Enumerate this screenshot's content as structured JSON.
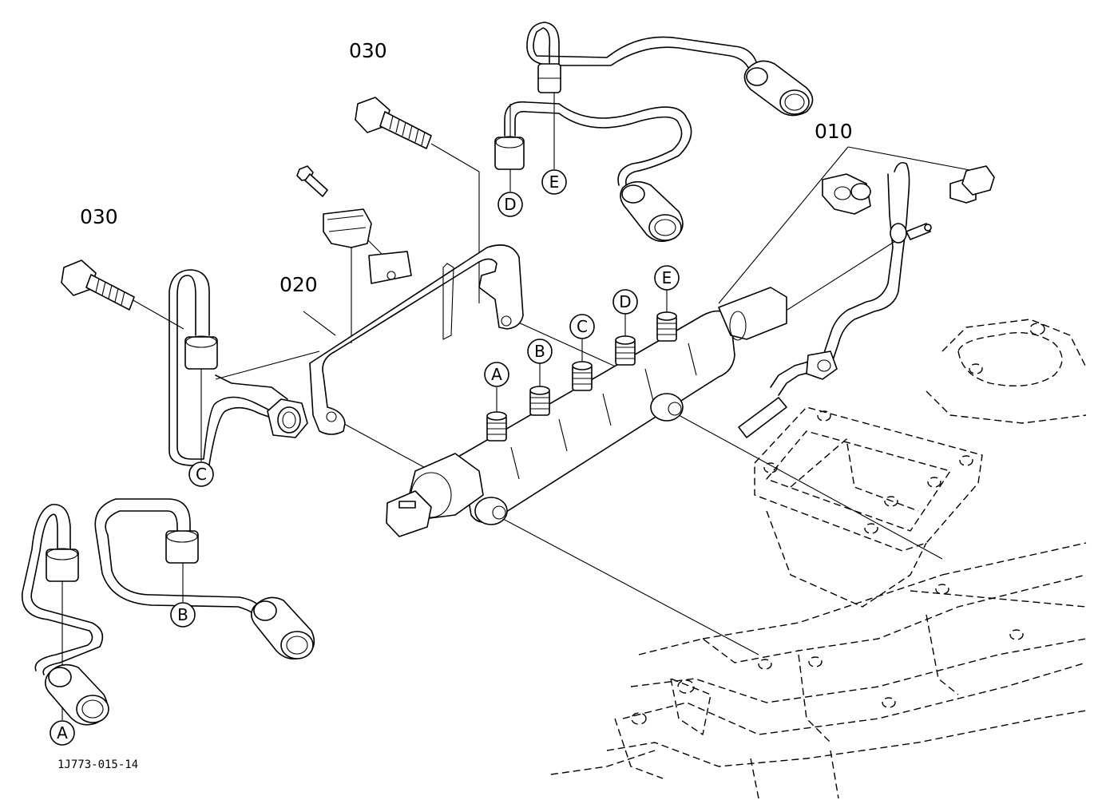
{
  "part_labels": {
    "p010": "010",
    "p020": "020",
    "p030_top": "030",
    "p030_left": "030"
  },
  "connection_markers": {
    "rail": [
      "A",
      "B",
      "C",
      "D",
      "E"
    ],
    "pipe_top_d": "D",
    "pipe_top_e": "E",
    "pipe_left_c": "C",
    "pipe_mid_b": "B",
    "pipe_low_a": "A"
  },
  "drawing_code": "1J773-015-14"
}
